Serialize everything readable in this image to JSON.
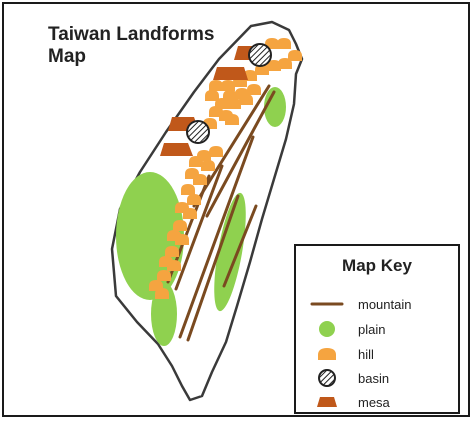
{
  "title_line1": "Taiwan Landforms",
  "title_line2": "Map",
  "legend": {
    "title": "Map Key",
    "items": [
      {
        "symbol": "mountain-line",
        "label": "mountain"
      },
      {
        "symbol": "plain-circle",
        "label": "plain"
      },
      {
        "symbol": "hill-bump",
        "label": "hill"
      },
      {
        "symbol": "basin-hatched-circle",
        "label": "basin"
      },
      {
        "symbol": "mesa-trapezoid",
        "label": "mesa"
      }
    ]
  },
  "colors": {
    "mountain": "#7a4a20",
    "plain": "#8fd14f",
    "hill": "#f5a440",
    "basin_outline": "#222222",
    "mesa": "#c0581a",
    "island_outline": "#3a3a3a"
  }
}
